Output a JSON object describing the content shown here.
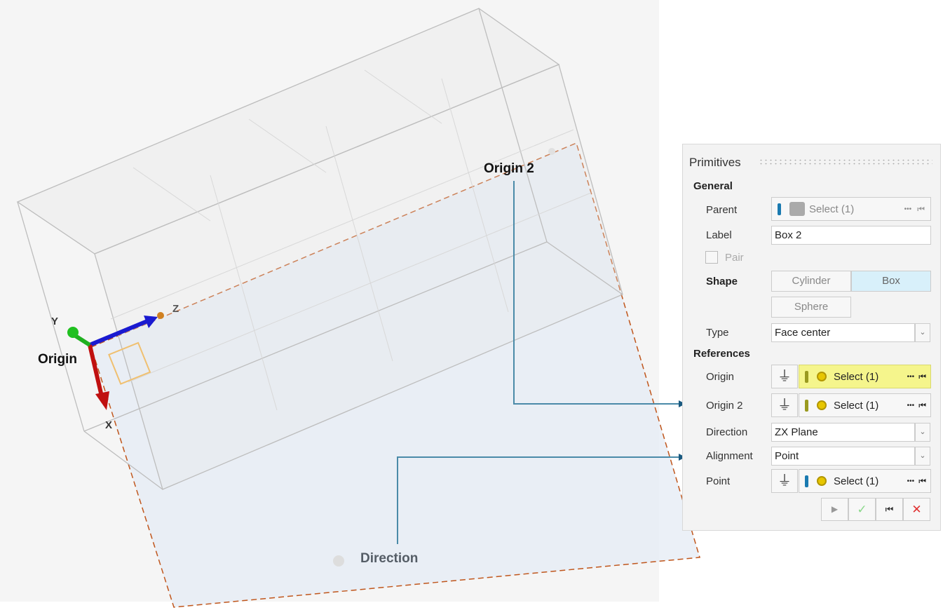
{
  "annotations": {
    "origin": "Origin",
    "origin2": "Origin 2",
    "direction": "Direction"
  },
  "axes": {
    "x": "X",
    "y": "Y",
    "z": "Z"
  },
  "panel": {
    "title": "Primitives",
    "general": "General",
    "parent_label": "Parent",
    "parent_value": "Select (1)",
    "label_label": "Label",
    "label_value": "Box 2",
    "pair_label": "Pair",
    "shape_label": "Shape",
    "shapes": [
      "Cylinder",
      "Box",
      "Sphere"
    ],
    "shape_selected": "Box",
    "type_label": "Type",
    "type_value": "Face center",
    "references": "References",
    "origin_label": "Origin",
    "origin_value": "Select (1)",
    "origin2_label": "Origin 2",
    "origin2_value": "Select (1)",
    "direction_label": "Direction",
    "direction_value": "ZX Plane",
    "alignment_label": "Alignment",
    "alignment_value": "Point",
    "point_label": "Point",
    "point_value": "Select (1)",
    "more": "•••"
  },
  "colors": {
    "plane_edge": "#c0561c",
    "leader": "#4a8aa8",
    "bracket_blue": "#1ea0dc",
    "bracket_orange": "#e8772e",
    "highlight": "#f5f58c"
  }
}
